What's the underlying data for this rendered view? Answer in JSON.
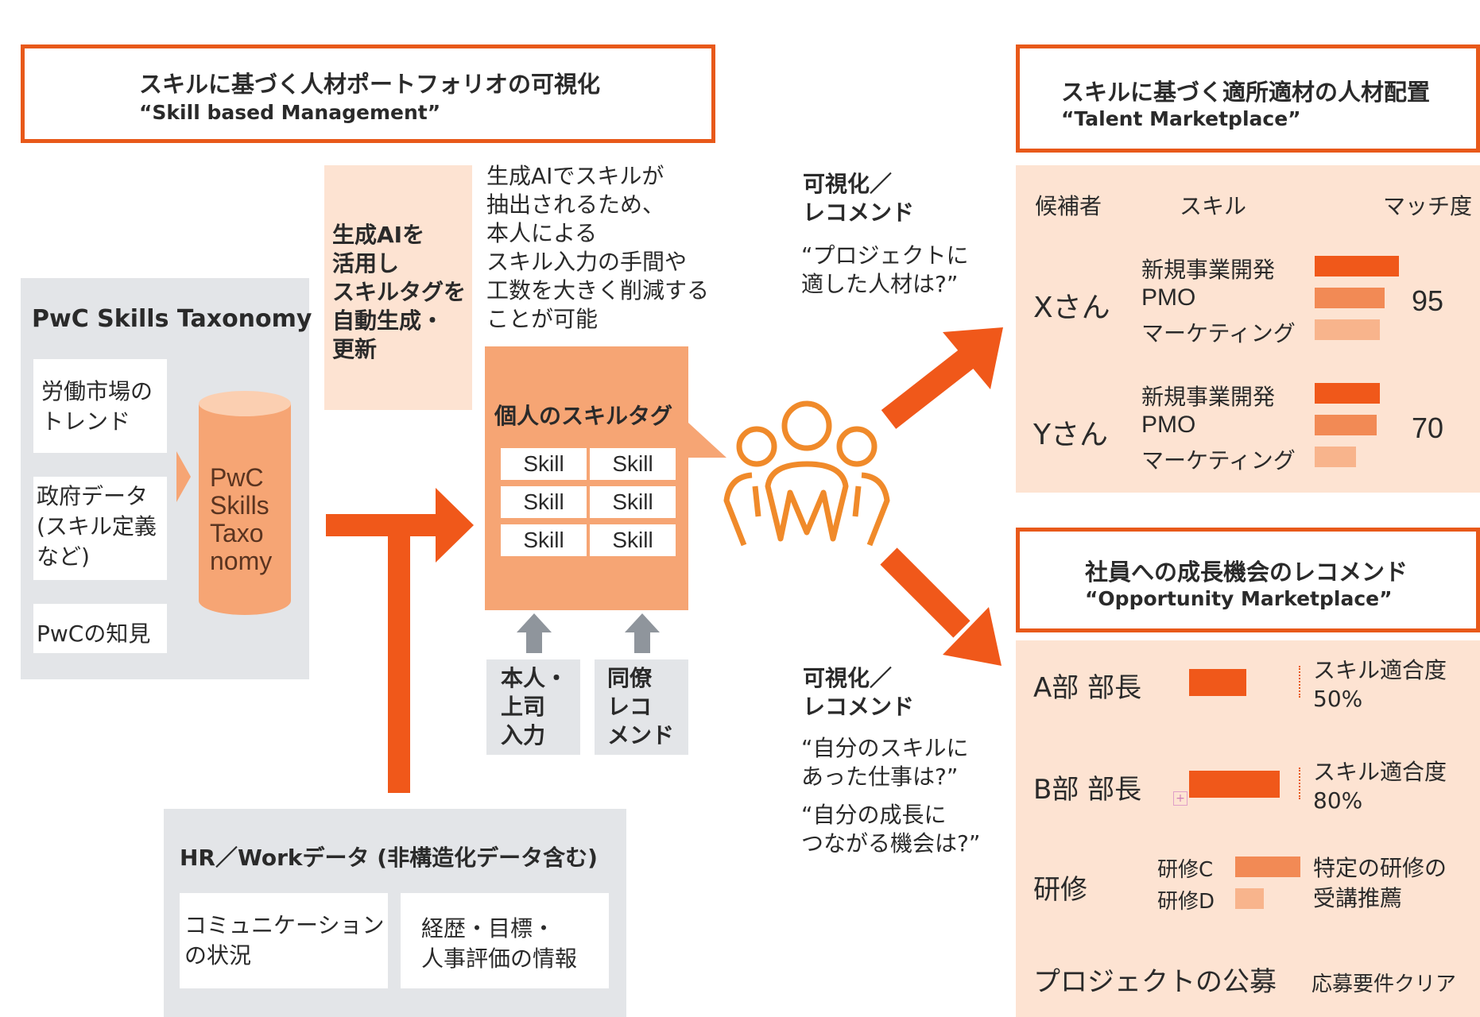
{
  "left_title": {
    "jp": "スキルに基づく人材ポートフォリオの可視化",
    "en": "“Skill based Management”"
  },
  "taxonomy": {
    "header": "PwC Skills Taxonomy",
    "sources": [
      "労働市場の\nトレンド",
      "政府データ\n(スキル定義\nなど)",
      "PwCの知見"
    ],
    "cylinder_label": "PwC\nSkills\nTaxo\nnomy"
  },
  "ai_box": "生成AIを\n活用し\nスキルタグを\n自動生成・\n更新",
  "ai_note": "生成AIでスキルが\n抽出されるため、\n本人による\nスキル入力の手間や\n工数を大きく削減する\nことが可能",
  "skill_tag": {
    "title": "個人のスキルタグ",
    "cells": [
      "Skill",
      "Skill",
      "Skill",
      "Skill",
      "Skill",
      "Skill"
    ]
  },
  "inputs": [
    "本人・\n上司\n入力",
    "同僚\nレコ\nメンド"
  ],
  "hr": {
    "title": "HR／Workデータ (非構造化データ含む)",
    "items": [
      "コミュニケーション\nの状況",
      "経歴・目標・\n人事評価の情報"
    ]
  },
  "upper_recommend": {
    "label": "可視化／\nレコメンド",
    "question": "“プロジェクトに\n適した人材は?”"
  },
  "lower_recommend": {
    "label": "可視化／\nレコメンド",
    "q1": "“自分のスキルに\nあった仕事は?”",
    "q2": "“自分の成長に\nつながる機会は?”"
  },
  "talent": {
    "title_jp": "スキルに基づく適所適材の人材配置",
    "title_en": "“Talent Marketplace”",
    "headers": [
      "候補者",
      "スキル",
      "マッチ度"
    ],
    "candidates": [
      {
        "name": "Xさん",
        "score": "95",
        "skills": [
          "新規事業開発",
          "PMO",
          "マーケティング"
        ]
      },
      {
        "name": "Yさん",
        "score": "70",
        "skills": [
          "新規事業開発",
          "PMO",
          "マーケティング"
        ]
      }
    ]
  },
  "opportunity": {
    "title_jp": "社員への成長機会のレコメンド",
    "title_en": "“Opportunity Marketplace”",
    "rows": [
      {
        "name": "A部 部長",
        "note": "スキル適合度\n50%"
      },
      {
        "name": "B部 部長",
        "note": "スキル適合度\n80%"
      },
      {
        "name": "研修",
        "items": [
          "研修C",
          "研修D"
        ],
        "note": "特定の研修の\n受講推薦"
      },
      {
        "name": "プロジェクトの公募",
        "note": "応募要件クリア"
      }
    ]
  },
  "colors": {
    "accent": "#e8591a",
    "bar_dark": "#f0581a",
    "bar_mid": "#f28a55",
    "bar_light": "#f8b48c",
    "peach": "#fde3d2",
    "gray": "#e3e5e8"
  }
}
